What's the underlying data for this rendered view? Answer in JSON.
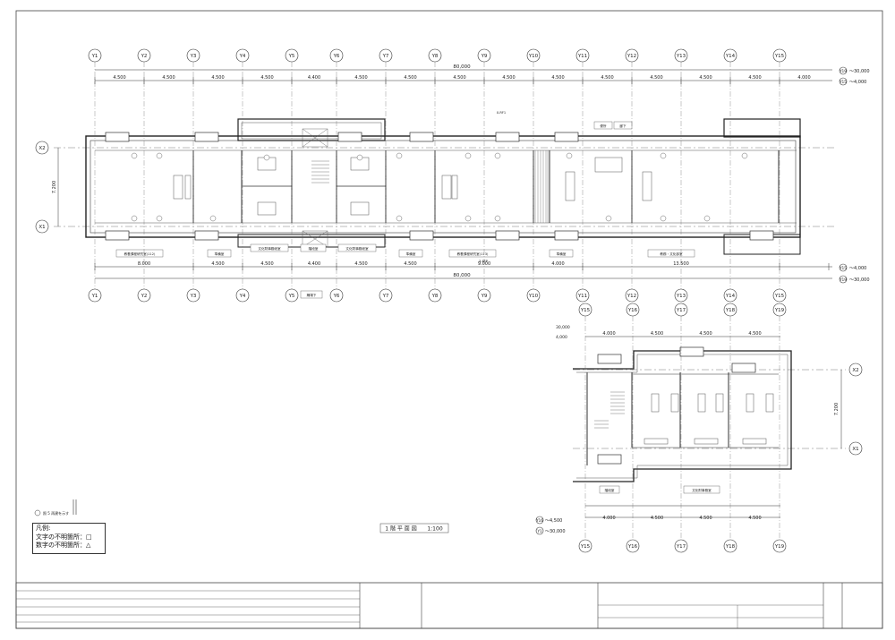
{
  "drawing": {
    "title": "1 階 平 面 図",
    "scale": "1:100",
    "note": "照 5 再建を示す",
    "legend": {
      "heading": "凡例:",
      "item1": "文字の不明箇所：□",
      "item2": "数字の不明箇所：△"
    }
  },
  "main_plan": {
    "grid_cols": [
      "Y1",
      "Y2",
      "Y3",
      "Y4",
      "Y5",
      "Y6",
      "Y7",
      "Y8",
      "Y9",
      "Y10",
      "Y11",
      "Y12",
      "Y13",
      "Y14",
      "Y15"
    ],
    "grid_rows": [
      "X2",
      "X1"
    ],
    "top_spans": [
      "4.500",
      "4.500",
      "4.500",
      "4.500",
      "4.400",
      "4.500",
      "4.500",
      "4.500",
      "4.500",
      "4.500",
      "4.500",
      "4.500",
      "4.500",
      "4.500",
      "4.000"
    ],
    "total_top": "80,000",
    "bottom_spans": [
      "8.000",
      "4.500",
      "4.500",
      "4.400",
      "4.500",
      "4.500",
      "9.000",
      "4.000",
      "13.500"
    ],
    "total_bottom": "80,000",
    "row_span": "7.200",
    "side_top": [
      {
        "tag": "Y19",
        "value": "〜30,000"
      },
      {
        "tag": "Y15",
        "value": "〜4,000"
      }
    ],
    "side_bottom": [
      {
        "tag": "Y15",
        "value": "〜4,000"
      },
      {
        "tag": "Y19",
        "value": "〜30,000"
      }
    ],
    "room_labels": [
      "教養課程研究室(112)",
      "準備室",
      "文化財事務総室",
      "階段室",
      "文化財事務総室",
      "準備室",
      "教養課程研究室(113)",
      "準備室",
      "教務・文化部室",
      "便所",
      "廊下",
      "3.8FP",
      "X-RF1",
      "踊場下"
    ]
  },
  "sub_plan": {
    "grid_cols": [
      "Y15",
      "Y16",
      "Y17",
      "Y18",
      "Y19"
    ],
    "grid_rows": [
      "X2",
      "X1"
    ],
    "top_spans": [
      "4.000",
      "4.500",
      "4.500",
      "4.500"
    ],
    "bottom_spans": [
      "4.000",
      "4.500",
      "4.500",
      "4.500"
    ],
    "row_span": "7.200",
    "side_top": [
      "30,000",
      "4,000"
    ],
    "side_bottom": [
      {
        "tag": "Y16",
        "value": "〜4,500"
      },
      {
        "tag": "Y1",
        "value": "〜30,000"
      }
    ],
    "room_labels": [
      "階段室",
      "文化財事務室"
    ]
  }
}
